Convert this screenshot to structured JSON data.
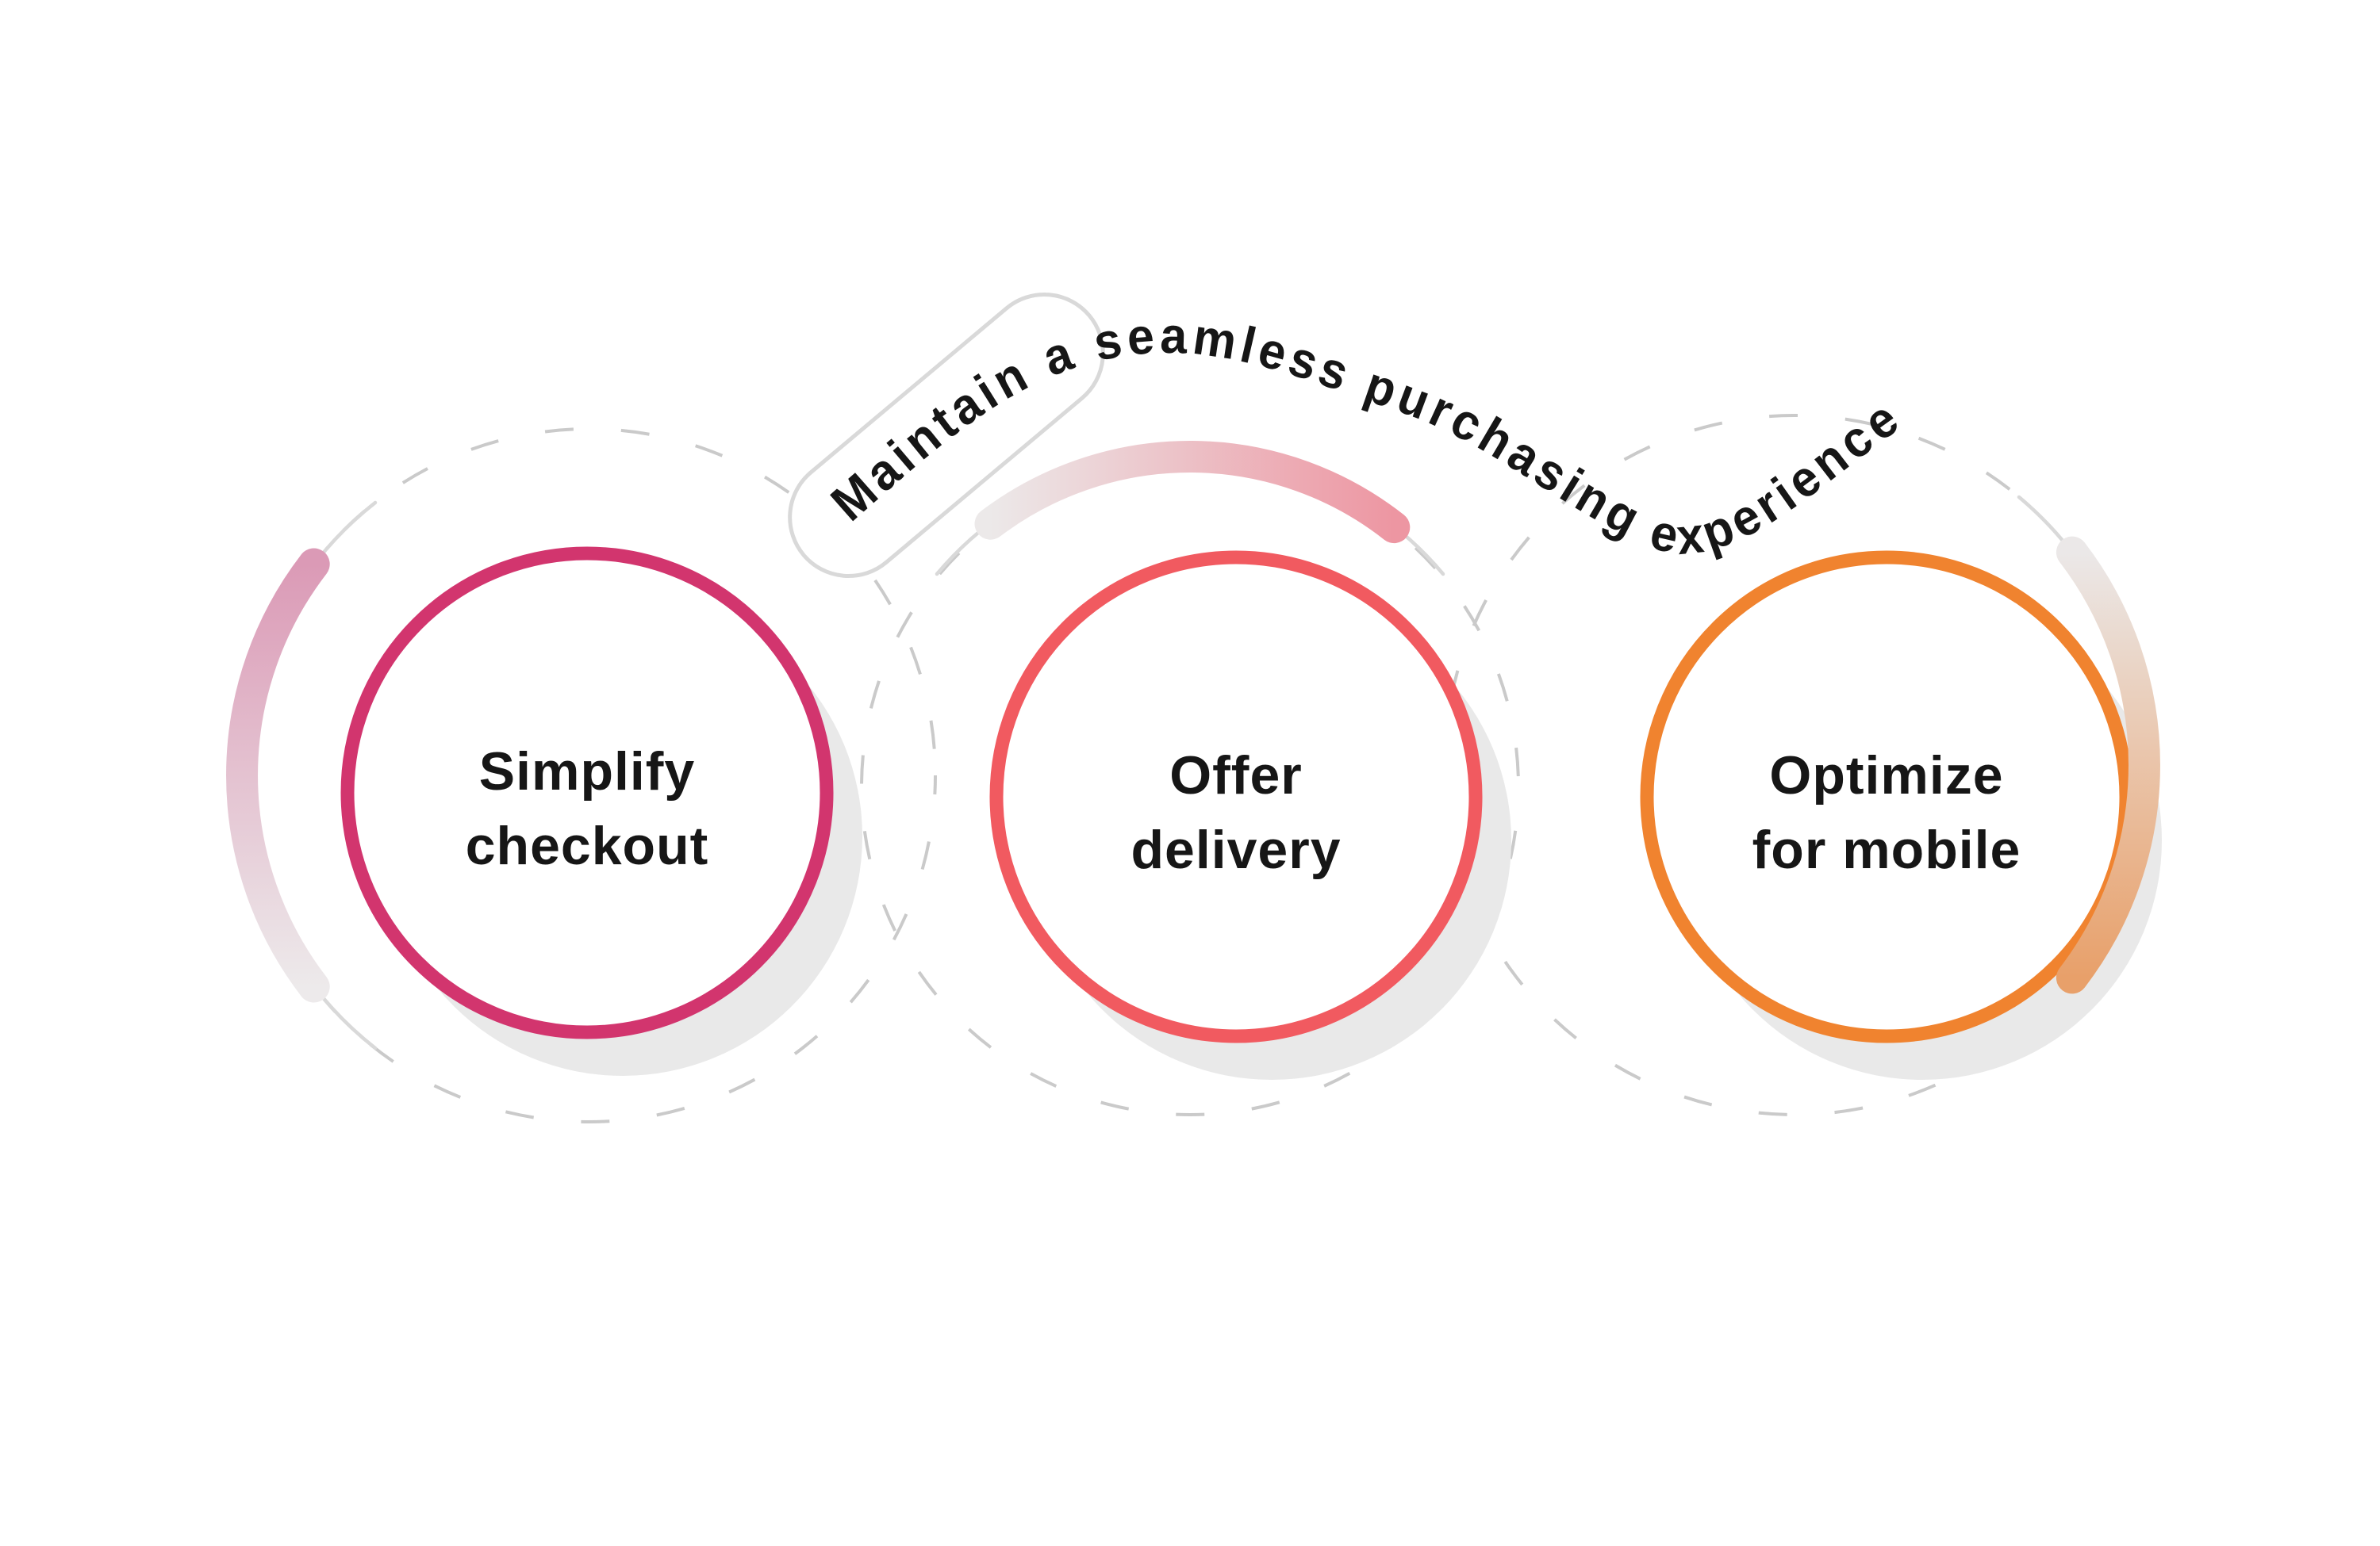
{
  "header": {
    "curved_text": "Maintain a seamless purchasing experience"
  },
  "steps": [
    {
      "label_line1": "Simplify",
      "label_line2": "checkout",
      "accent_color": "#D2356E"
    },
    {
      "label_line1": "Offer",
      "label_line2": "delivery",
      "accent_color": "#F15A60"
    },
    {
      "label_line1": "Optimize",
      "label_line2": "for mobile",
      "accent_color": "#F0832F"
    }
  ],
  "colors": {
    "background": "#FFFFFF",
    "text": "#161616",
    "shadow_gray": "#E9E9E9",
    "dash_gray": "#CACACA",
    "pill_outline_gray": "#D9D9D9",
    "arc1_gradient_start": "#DB9AB6",
    "arc1_gradient_end": "#EDEAEB",
    "arc2_gradient_start": "#ECE9E9",
    "arc2_gradient_end": "#ED96A2",
    "arc3_gradient_start": "#EBE8E8",
    "arc3_gradient_end": "#E8A06A"
  }
}
